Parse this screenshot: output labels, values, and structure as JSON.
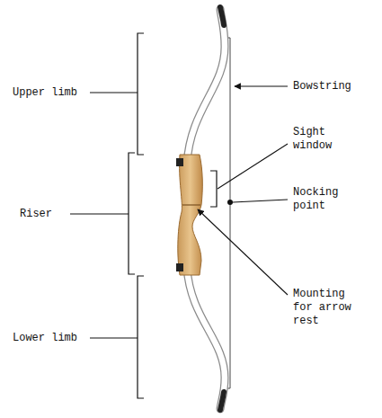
{
  "diagram": {
    "labels": [
      "Upper limb",
      "Bowstring",
      "Sight window",
      "Riser",
      "Nocking point",
      "Mounting for arrow rest",
      "Lower limb"
    ]
  }
}
